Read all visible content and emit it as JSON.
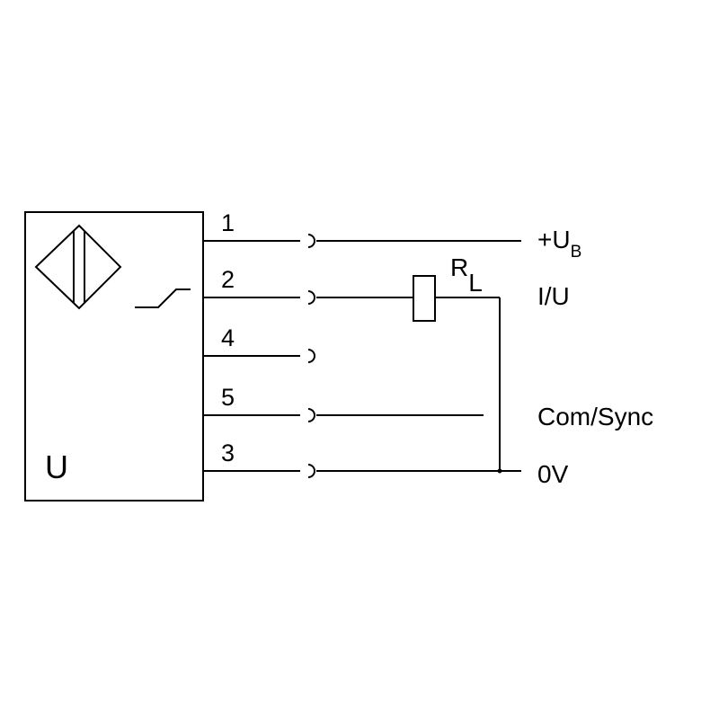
{
  "sensor": {
    "label": "U",
    "symbol": "sensor-diamond-icon",
    "output_symbol": "switch-output-icon"
  },
  "pins": [
    {
      "number": "1",
      "signal": "+U",
      "signal_sub": "B"
    },
    {
      "number": "2",
      "signal": "I/U"
    },
    {
      "number": "4",
      "signal": ""
    },
    {
      "number": "5",
      "signal": "Com/Sync"
    },
    {
      "number": "3",
      "signal": "0V"
    }
  ],
  "load": {
    "label_main": "R",
    "label_sub": "L"
  },
  "colors": {
    "line": "#000000",
    "background": "#ffffff"
  }
}
